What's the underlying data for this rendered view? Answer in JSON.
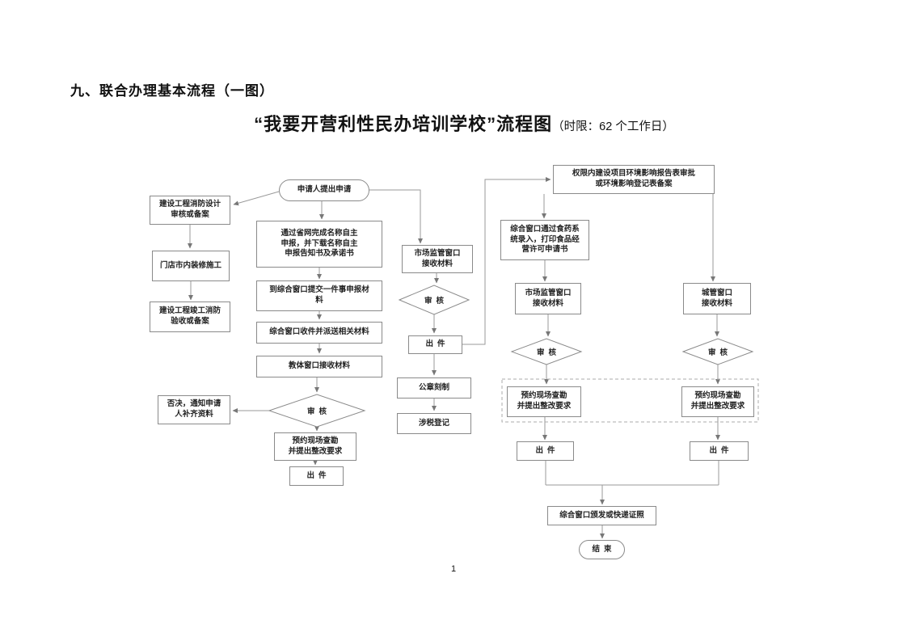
{
  "page": {
    "heading": "九、联合办理基本流程（一图）",
    "title": "“我要开营利性民办培训学校”流程图",
    "title_suffix": "（时限：62 个工作日）",
    "page_number": "1"
  },
  "flowchart": {
    "nodes": {
      "start": "申请人提出申请",
      "fire_design": "建设工程消防设计\n审核或备案",
      "decoration": "门店市内装修施工",
      "fire_acceptance": "建设工程竣工消防\n验收或备案",
      "name_declare": "通过省网完成名称自主\n申报，并下载名称自主\n申报告知书及承诺书",
      "submit": "到综合窗口提交一件事申报材\n料",
      "dispatch": "综合窗口收件并派送相关材料",
      "edu_window": "教体窗口接收材料",
      "review_1": "审核",
      "reject": "否决，通知申请\n人补齐资料",
      "survey_1": "预约现场查勘\n并提出整改要求",
      "chujian_1": "出件",
      "market_window_1": "市场监管窗口\n接收材料",
      "review_2": "审核",
      "chujian_2": "出件",
      "seal": "公章刻制",
      "tax": "涉税登记",
      "env_approval": "权限内建设项目环境影响报告表审批\n或环境影响登记表备案",
      "food_license": "综合窗口通过食药系\n统录入，打印食品经\n营许可申请书",
      "market_window_2": "市场监管窗口\n接收材料",
      "review_3": "审核",
      "survey_2": "预约现场查勘\n并提出整改要求",
      "chujian_3": "出件",
      "urban_window": "城管窗口\n接收材料",
      "review_4": "审核",
      "survey_3": "预约现场查勘\n并提出整改要求",
      "chujian_4": "出件",
      "issue": "综合窗口颁发或快递证照",
      "end": "结束"
    }
  }
}
